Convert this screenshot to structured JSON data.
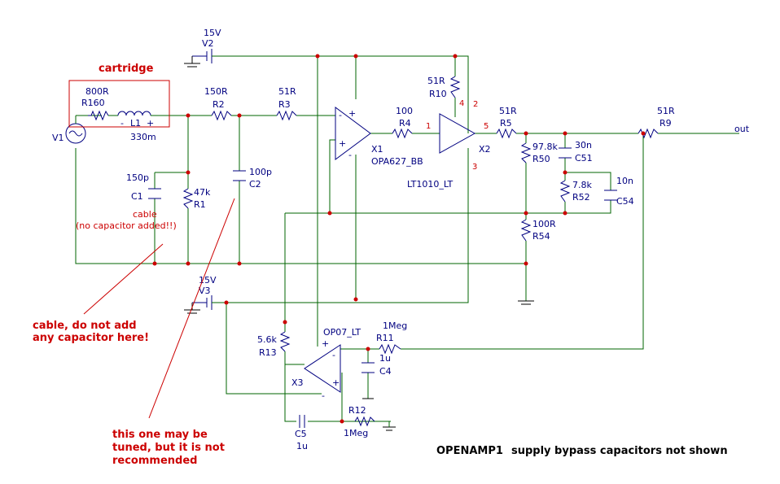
{
  "labels": {
    "cartridge": "cartridge",
    "v1": "V1",
    "r160_val": "800R",
    "r160": "R160",
    "l1": "L1",
    "l1_val": "330m",
    "r2_val": "150R",
    "r2": "R2",
    "r3_val": "51R",
    "r3": "R3",
    "c1_val": "150p",
    "c1": "C1",
    "r1_val": "47k",
    "r1": "R1",
    "c2_val": "100p",
    "c2": "C2",
    "cable": "cable",
    "cable_note": "(no capacitor added!!)",
    "v2_val": "15V",
    "v2": "V2",
    "x1": "X1",
    "x1_part": "OPA627_BB",
    "r4_val": "100",
    "r4": "R4",
    "r10_val": "51R",
    "r10": "R10",
    "x2": "X2",
    "x2_part": "LT1010_LT",
    "r5_val": "51R",
    "r5": "R5",
    "r50_val": "97.8k",
    "r50": "R50",
    "c51_val": "30n",
    "c51": "C51",
    "r52_val": "7.8k",
    "r52": "R52",
    "c54_val": "10n",
    "c54": "C54",
    "r54_val": "100R",
    "r54": "R54",
    "r9_val": "51R",
    "r9": "R9",
    "out": "out",
    "v3_val": "15V",
    "v3": "V3",
    "x3_part": "OP07_LT",
    "x3": "X3",
    "r13_val": "5.6k",
    "r13": "R13",
    "r11_val": "1Meg",
    "r11": "R11",
    "c4_val": "1u",
    "c4": "C4",
    "r12": "R12",
    "r12_val": "1Meg",
    "c5": "C5",
    "c5_val": "1u",
    "pin1": "1",
    "pin2": "2",
    "pin3": "3",
    "pin4": "4",
    "pin5": "5"
  },
  "notes": {
    "cable_line1": "cable, do not add",
    "cable_line2": "any capacitor here!",
    "tune_line1": "this one may be",
    "tune_line2": "tuned, but it is not",
    "tune_line3": "recommended"
  },
  "title": {
    "name": "OPENAMP1",
    "subtitle": "supply bypass capacitors not shown"
  }
}
